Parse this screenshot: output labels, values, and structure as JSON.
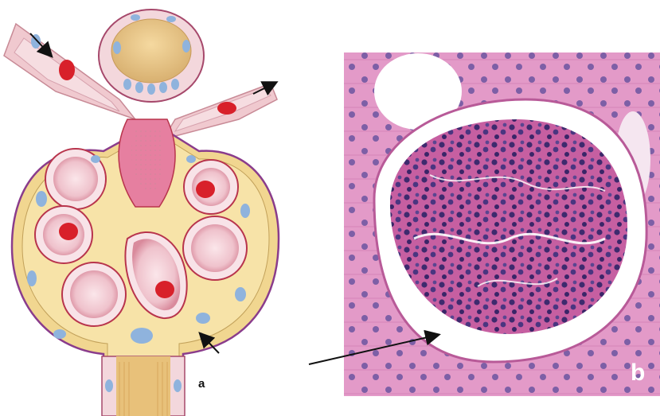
{
  "figure": {
    "panel_a_label": "a",
    "panel_b_label": "b"
  },
  "colors": {
    "capsule_outline": "#8a3c8c",
    "matrix_yellow": "#f1d690",
    "capillary_pink": "#f3c6cf",
    "capillary_dark": "#b8344c",
    "red_cell": "#d8202a",
    "nucleus_blue": "#8fb3dd",
    "tissue_pink": "#d87cb3",
    "nucleus_purple": "#3e2a6e",
    "urinary_space": "#ffffff"
  },
  "icons": {
    "arrow_a": "pointer-arrow",
    "arrow_b": "pointer-arrow"
  }
}
